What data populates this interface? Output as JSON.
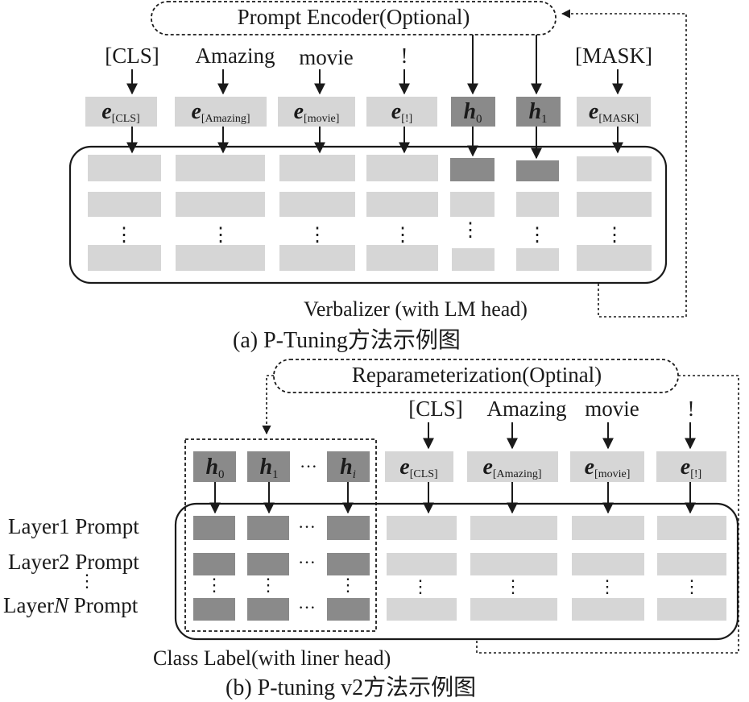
{
  "panel_a": {
    "encoder_label": "Prompt Encoder(Optional)",
    "inputs": [
      "[CLS]",
      "Amazing",
      "movie",
      "!",
      "[MASK]"
    ],
    "embeddings": [
      {
        "base": "e",
        "sub": "[CLS]"
      },
      {
        "base": "e",
        "sub": "[Amazing]"
      },
      {
        "base": "e",
        "sub": "[movie]"
      },
      {
        "base": "e",
        "sub": "[!]"
      },
      {
        "base": "h",
        "sub": "0"
      },
      {
        "base": "h",
        "sub": "1"
      },
      {
        "base": "e",
        "sub": "[MASK]"
      }
    ],
    "vdots": "⋮",
    "verbalizer_label": "Verbalizer (with LM head)",
    "caption": "(a) P-Tuning方法示例图"
  },
  "panel_b": {
    "reparam_label": "Reparameterization(Optinal)",
    "inputs": [
      "[CLS]",
      "Amazing",
      "movie",
      "!"
    ],
    "prompt_embeddings": [
      {
        "base": "h",
        "sub": "0"
      },
      {
        "base": "h",
        "sub": "1"
      },
      {
        "base": "h",
        "sub": "i"
      }
    ],
    "token_embeddings": [
      {
        "base": "e",
        "sub": "[CLS]"
      },
      {
        "base": "e",
        "sub": "[Amazing]"
      },
      {
        "base": "e",
        "sub": "[movie]"
      },
      {
        "base": "e",
        "sub": "[!]"
      }
    ],
    "hdots": "···",
    "vdots": "⋮",
    "layer_labels": [
      "Layer1 Prompt",
      "Layer2 Prompt"
    ],
    "layerN_prefix": "Layer",
    "layerN_var": "N",
    "layerN_suffix": " Prompt",
    "class_label": "Class Label(with liner head)",
    "caption": "(b) P-tuning v2方法示例图"
  }
}
